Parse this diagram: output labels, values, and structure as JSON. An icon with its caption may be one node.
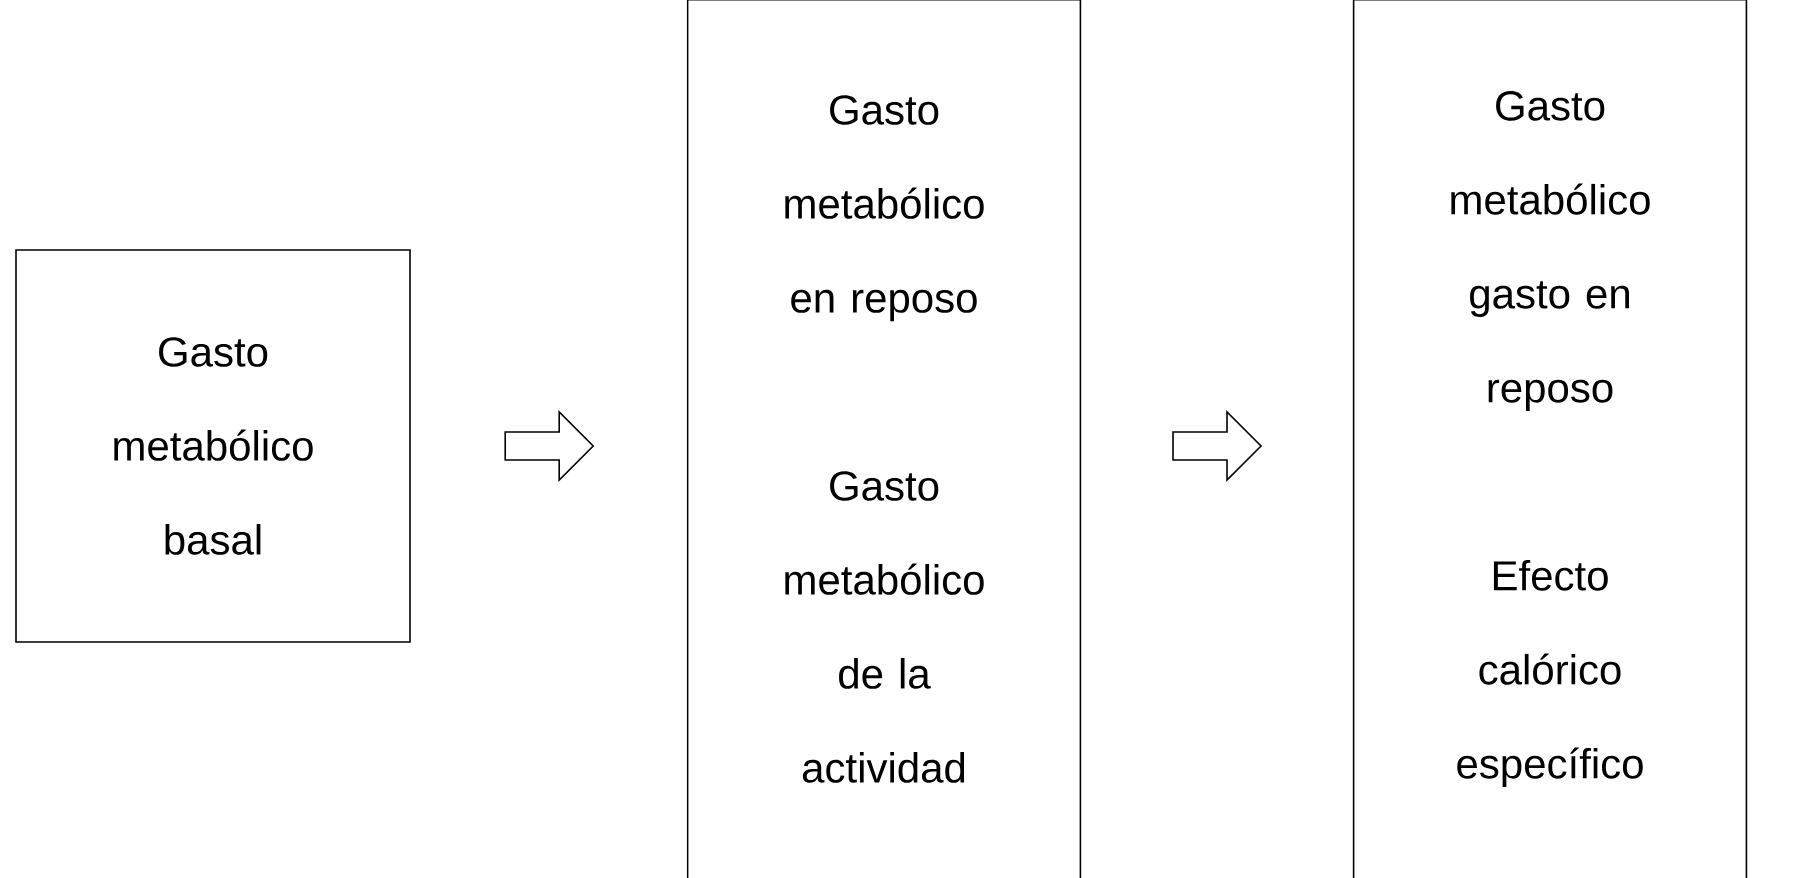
{
  "diagram": {
    "nodes": [
      {
        "text": [
          "Gasto metabólico basal"
        ]
      },
      {
        "text": [
          "Gasto metabólico en reposo",
          "Gasto metabólico de la actividad"
        ]
      },
      {
        "text": [
          "Gasto metabólico gasto en reposo",
          "Efecto calórico específico"
        ]
      }
    ],
    "edges": [
      {
        "from": 0,
        "to": 1,
        "arrow": "to"
      },
      {
        "from": 1,
        "to": 2,
        "arrow": "to"
      }
    ]
  }
}
